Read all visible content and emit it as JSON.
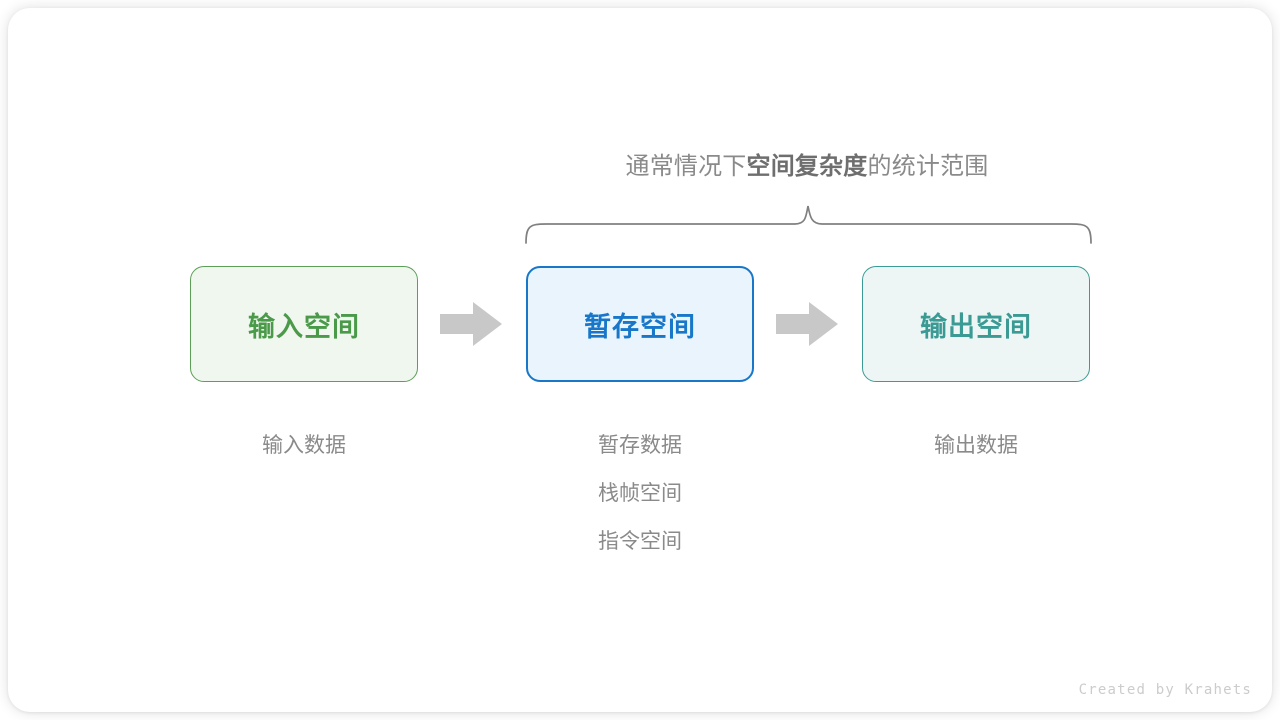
{
  "diagram": {
    "caption": {
      "prefix": "通常情况下",
      "emphasis": "空间复杂度",
      "suffix": "的统计范围"
    },
    "brace": {
      "label": "scope-brace",
      "color": "#808080"
    },
    "arrow_color": "#c8c8c8",
    "boxes": [
      {
        "id": "input-space",
        "title": "输入空间",
        "border_color": "#5d9e58",
        "fill_color": "#f0f7ef",
        "text_color": "#4a9a4a",
        "labels": [
          "输入数据"
        ]
      },
      {
        "id": "temp-space",
        "title": "暂存空间",
        "border_color": "#1877c9",
        "fill_color": "#e9f4fd",
        "text_color": "#1877c9",
        "labels": [
          "暂存数据",
          "栈帧空间",
          "指令空间"
        ]
      },
      {
        "id": "output-space",
        "title": "输出空间",
        "border_color": "#3d9b95",
        "fill_color": "#edf6f5",
        "text_color": "#3b9a94",
        "labels": [
          "输出数据"
        ]
      }
    ],
    "arrows": [
      {
        "id": "arrow-input-to-temp"
      },
      {
        "id": "arrow-temp-to-output"
      }
    ],
    "signature": "Created by Krahets"
  }
}
